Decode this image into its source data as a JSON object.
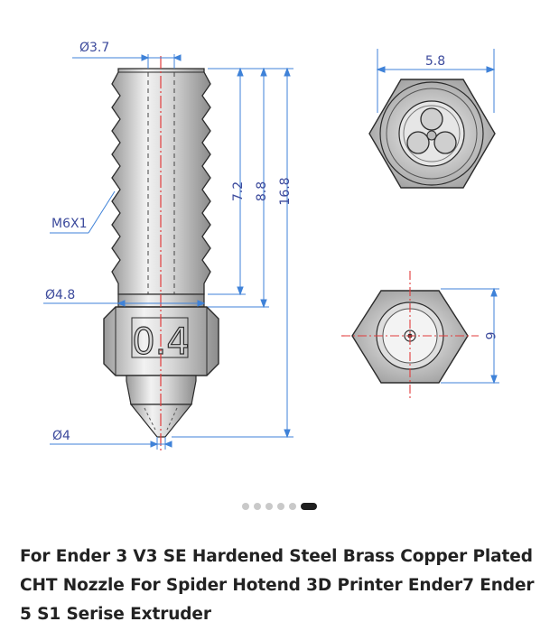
{
  "product": {
    "title": "For Ender 3 V3 SE Hardened Steel Brass Copper Plated CHT Nozzle For Spider Hotend 3D Printer Ender7 Ender 5 S1 Serise Extruder"
  },
  "gallery": {
    "pagination": {
      "total": 6,
      "active_index": 5
    }
  },
  "drawing": {
    "dimensions": {
      "diameter_top": "Ø3.7",
      "thread": "M6X1",
      "diameter_collar": "Ø4.8",
      "diameter_tip": "Ø4",
      "length_thread": "7.2",
      "length_mid": "8.8",
      "length_total": "16.8",
      "hex_width_top": "5.8",
      "hex_width_side": "6"
    },
    "nozzle_marking": "0.4",
    "colors": {
      "dimension": "#3c4a9c",
      "blue_line": "#3f82d8",
      "centerline": "#e23b3b",
      "outline": "#2b2b2b"
    }
  }
}
